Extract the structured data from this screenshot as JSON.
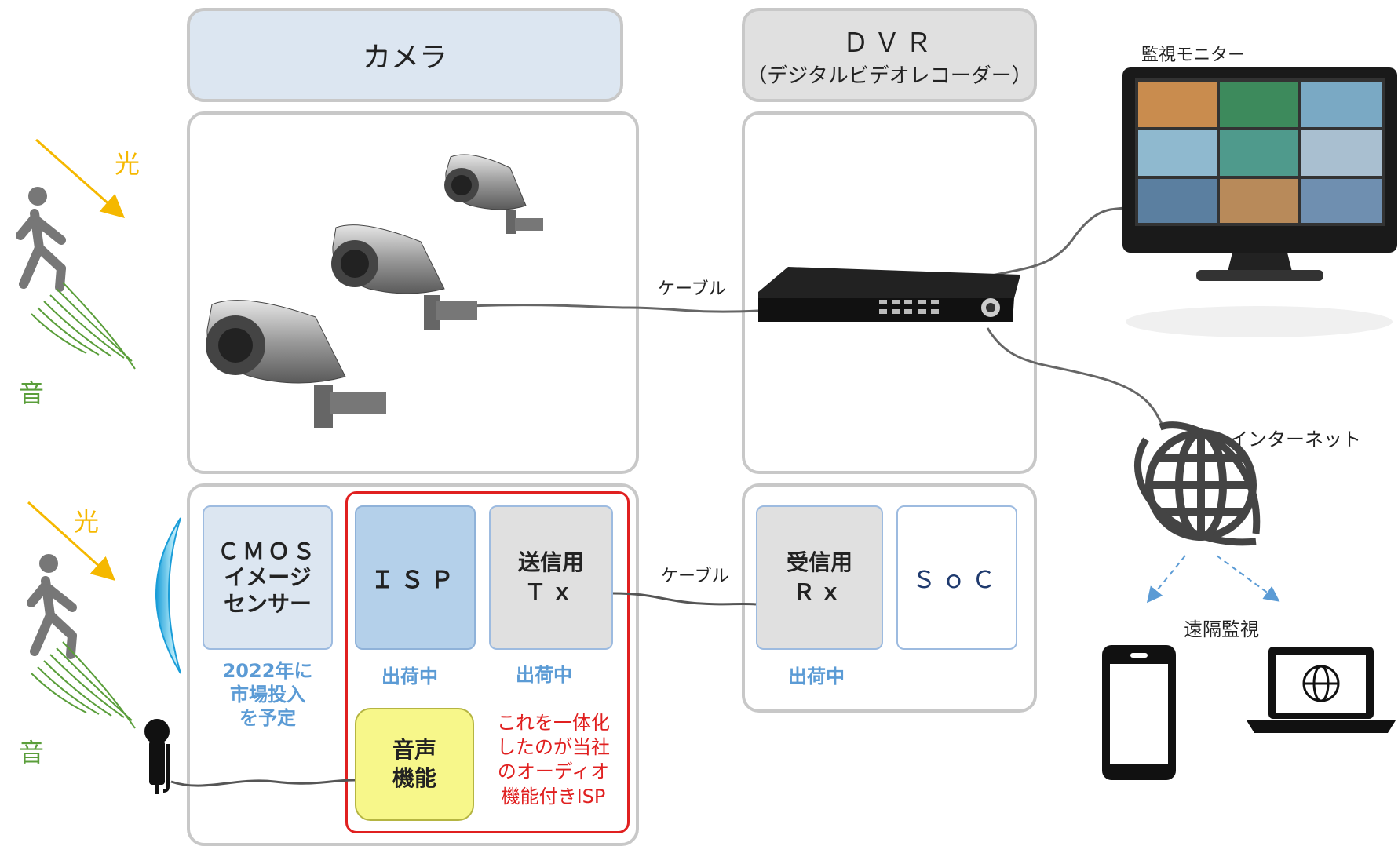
{
  "headers": {
    "camera": "カメラ",
    "dvr_line1": "ＤＶＲ",
    "dvr_line2": "（デジタルビデオレコーダー）"
  },
  "labels": {
    "monitor": "監視モニター",
    "internet": "インターネット",
    "remote": "遠隔監視",
    "cable_top": "ケーブル",
    "cable_bottom": "ケーブル",
    "light_top": "光",
    "sound_top": "音",
    "light_bottom": "光",
    "sound_bottom": "音"
  },
  "blocks": {
    "cmos": [
      "ＣＭＯＳ",
      "イメージ",
      "センサー"
    ],
    "isp": "ＩＳＰ",
    "tx": [
      "送信用",
      "Ｔｘ"
    ],
    "rx": [
      "受信用",
      "Ｒｘ"
    ],
    "soc": "ＳｏＣ",
    "audio": [
      "音声",
      "機能"
    ]
  },
  "status": {
    "cmos": [
      "2022年に",
      "市場投入",
      "を予定"
    ],
    "isp": "出荷中",
    "tx": "出荷中",
    "rx": "出荷中"
  },
  "note": [
    "これを一体化",
    "したのが当社",
    "のオーディオ",
    "機能付きISP"
  ],
  "colors": {
    "light_arrow": "#f5b800",
    "sound_waves": "#5a9e3a",
    "status_blue": "#5b9bd5",
    "highlight_red": "#e02020",
    "isp_fill": "#b4d0ea",
    "audio_fill": "#f7f78a"
  }
}
